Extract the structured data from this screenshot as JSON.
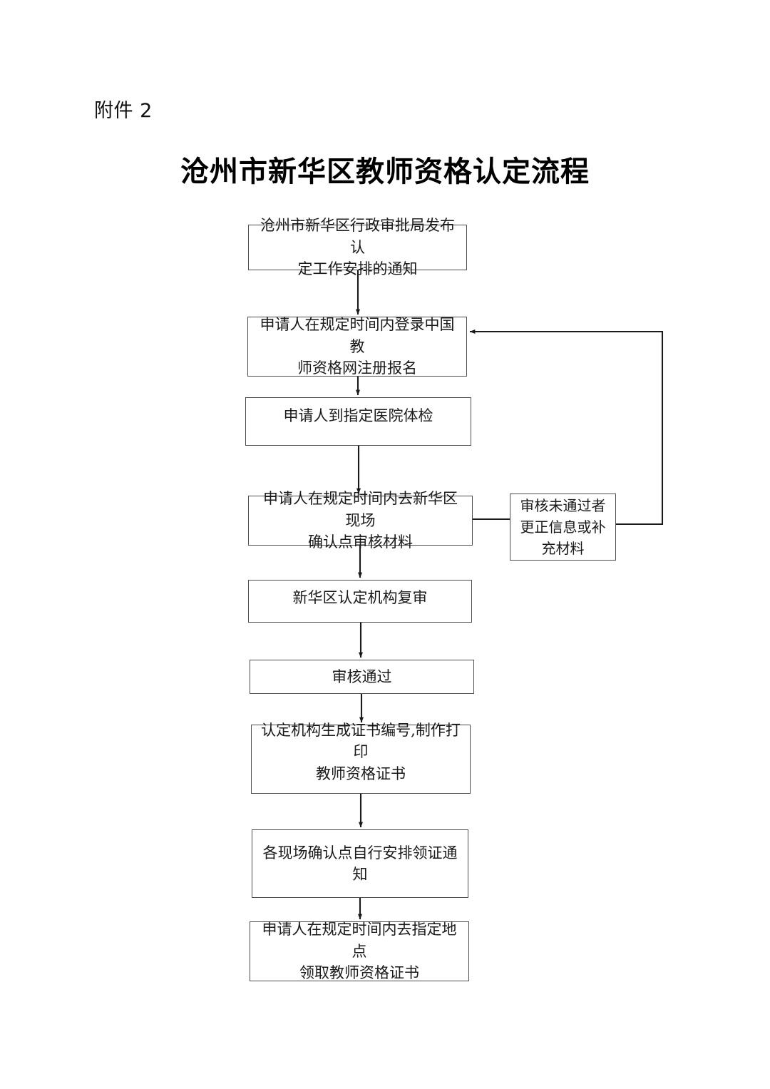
{
  "document": {
    "attachment_label": "附件 2",
    "title": "沧州市新华区教师资格认定流程",
    "page_background": "#ffffff",
    "line_color": "#4d4d4d",
    "text_color": "#1a1a1a"
  },
  "flowchart": {
    "type": "flowchart",
    "orientation": "top-to-bottom",
    "nodes": [
      {
        "id": "notice",
        "label": "沧州市新华区行政审批局发布认\n定工作安排的通知",
        "shape": "rectangle",
        "step": 1
      },
      {
        "id": "register",
        "label": "申请人在规定时间内登录中国教\n师资格网注册报名",
        "shape": "rectangle",
        "step": 2
      },
      {
        "id": "medical",
        "label": "申请人到指定医院体检",
        "shape": "rectangle",
        "step": 3
      },
      {
        "id": "onsite",
        "label": "申请人在规定时间内去新华区现场\n确认点审核材料",
        "shape": "rectangle",
        "step": 4
      },
      {
        "id": "reject",
        "label": "审核未通过者\n更正信息或补\n充材料",
        "shape": "rectangle",
        "step": null,
        "branch": "failure"
      },
      {
        "id": "review",
        "label": "新华区认定机构复审",
        "shape": "rectangle",
        "step": 5
      },
      {
        "id": "passed",
        "label": "审核通过",
        "shape": "rectangle",
        "step": 6
      },
      {
        "id": "generate",
        "label": "认定机构生成证书编号,制作打印\n教师资格证书",
        "shape": "rectangle",
        "step": 7
      },
      {
        "id": "pickup_note",
        "label": "各现场确认点自行安排领证通知",
        "shape": "rectangle",
        "step": 8
      },
      {
        "id": "collect",
        "label": "申请人在规定时间内去指定地点\n领取教师资格证书",
        "shape": "rectangle",
        "step": 9
      }
    ],
    "edges": [
      {
        "from": "notice",
        "to": "register",
        "style": "arrow-down"
      },
      {
        "from": "register",
        "to": "medical",
        "style": "arrow-down"
      },
      {
        "from": "medical",
        "to": "onsite",
        "style": "arrow-down"
      },
      {
        "from": "onsite",
        "to": "review",
        "style": "arrow-down"
      },
      {
        "from": "onsite",
        "to": "reject",
        "style": "line-right"
      },
      {
        "from": "reject",
        "to": "register",
        "style": "feedback-loop-right-up-left-arrow"
      },
      {
        "from": "review",
        "to": "passed",
        "style": "arrow-down"
      },
      {
        "from": "passed",
        "to": "generate",
        "style": "arrow-down"
      },
      {
        "from": "generate",
        "to": "pickup_note",
        "style": "arrow-down"
      },
      {
        "from": "pickup_note",
        "to": "collect",
        "style": "arrow-down"
      }
    ]
  }
}
